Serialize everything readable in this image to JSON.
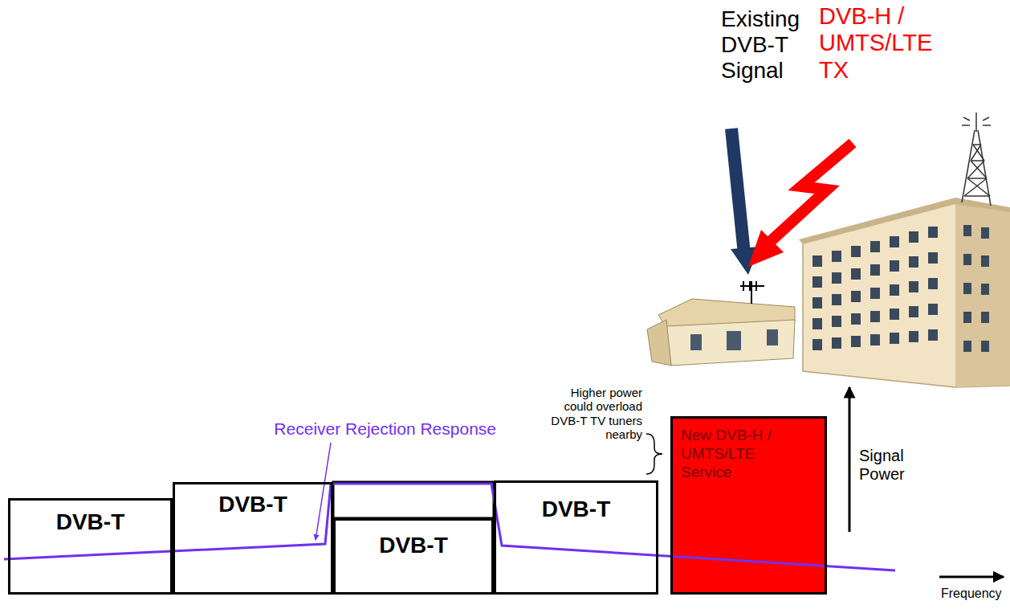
{
  "diagram": {
    "nodes": [
      {
        "text": [
          "DVB-T"
        ]
      },
      {
        "text": [
          "DVB-T"
        ]
      },
      {
        "text": [
          "DVB-T"
        ]
      },
      {
        "text": [
          "DVB-T"
        ]
      },
      {
        "text": [
          "New DVB-H / UMTS/LTE Service"
        ]
      }
    ],
    "labels": [
      "Existing DVB-T Signal",
      "DVB-H / UMTS/LTE TX",
      "Receiver Rejection Response",
      "Higher power could overload DVB-T TV tuners nearby",
      "Signal Power",
      "Frequency"
    ]
  }
}
